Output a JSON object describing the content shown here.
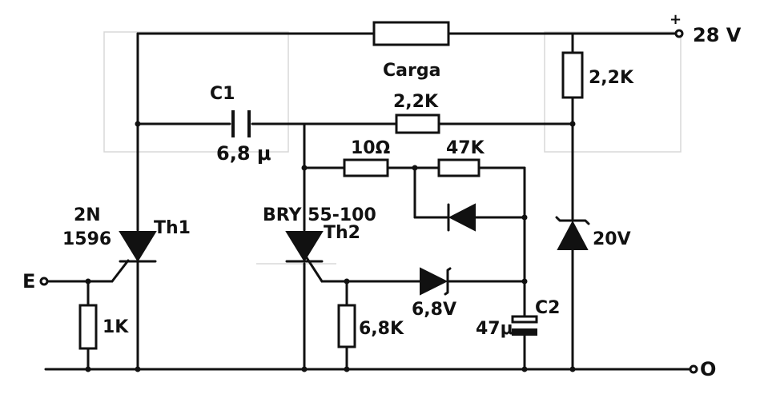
{
  "labels": {
    "supply_sign": "+",
    "supply_voltage": "28 V",
    "load": "Carga",
    "r_top_right": "2,2K",
    "c1_name": "C1",
    "c1_value": "6,8 μ",
    "r_middle": "2,2K",
    "r_10": "10Ω",
    "r_47k": "47K",
    "th1_type_line1": "2N",
    "th1_type_line2": "1596",
    "th1_name": "Th1",
    "th2_type": "BRY 55-100",
    "th2_name": "Th2",
    "zener_20v": "20V",
    "input_e": "E",
    "r_1k": "1K",
    "r_6_8k": "6,8K",
    "zener_6_8v": "6,8V",
    "c2_name": "C2",
    "c2_value": "47μ",
    "ground_o": "O"
  },
  "icons": {
    "thyristor": "thyristor-icon",
    "zener": "zener-diode-icon",
    "diode": "diode-icon",
    "resistor": "resistor-icon",
    "capacitor": "capacitor-icon",
    "terminal": "terminal-icon"
  },
  "colors": {
    "ink": "#111111",
    "paper": "#ffffff"
  }
}
